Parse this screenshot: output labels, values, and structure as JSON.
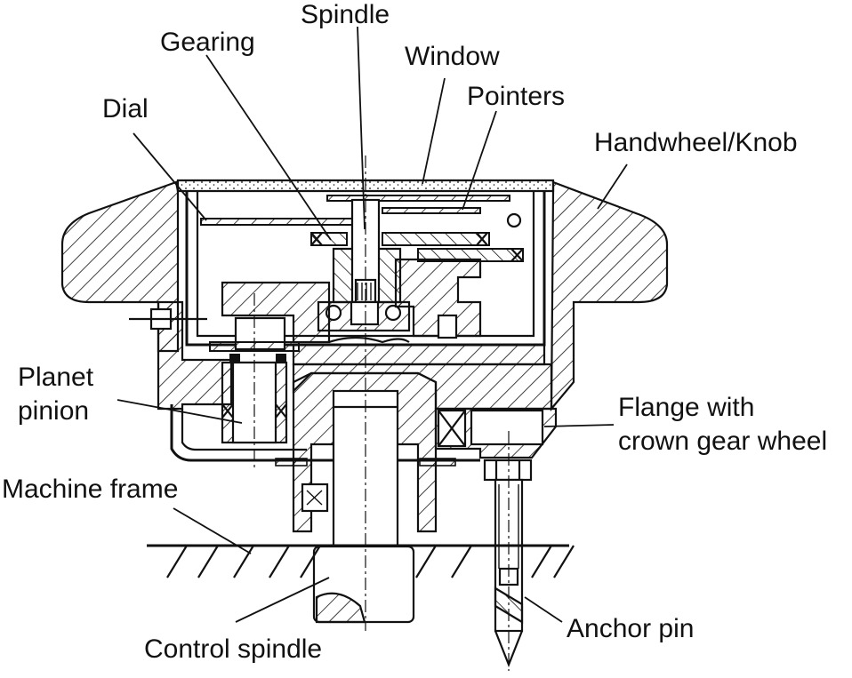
{
  "labels": {
    "spindle": "Spindle",
    "gearing": "Gearing",
    "window": "Window",
    "dial": "Dial",
    "pointers": "Pointers",
    "handwheel": "Handwheel/Knob",
    "planet_line1": "Planet",
    "planet_line2": "pinion",
    "flange_line1": "Flange with",
    "flange_line2": "crown gear wheel",
    "machine_frame": "Machine frame",
    "control_spindle": "Control spindle",
    "anchor_pin": "Anchor pin"
  }
}
